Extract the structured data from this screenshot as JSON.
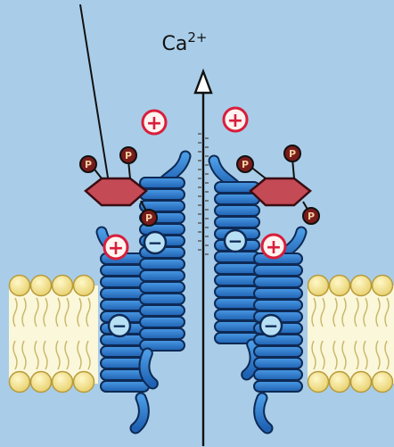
{
  "diagram": {
    "ion_label": "Ca",
    "ion_charge": "2+",
    "phosphate_letter": "P",
    "positive_sign": "+",
    "negative_sign": "−"
  },
  "colors": {
    "background": "#a9cde8",
    "helix": "#2f7dd0",
    "helix_outline": "#0e2a55",
    "ring": "#c44a55",
    "phosphate": "#7a1c1c",
    "positive_ring": "#d81e3c",
    "negative_fill": "#b8e0f5",
    "lipid_head": "#f1e08e",
    "lipid_tail": "#fbf7da"
  }
}
